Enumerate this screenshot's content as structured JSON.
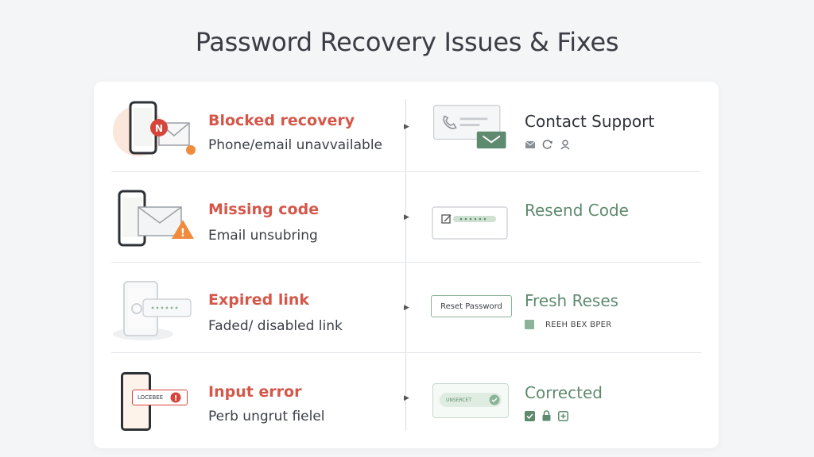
{
  "title": "Password Recovery Issues & Fixes",
  "rows": [
    {
      "issue_title": "Blocked recovery",
      "issue_subtitle": "Phone/email unavvailable",
      "fix_title": "Contact Support"
    },
    {
      "issue_title": "Missing code",
      "issue_subtitle": "Email unsubring",
      "fix_title": "Resend Code"
    },
    {
      "issue_title": "Expired link",
      "issue_subtitle": "Faded/ disabled link",
      "fix_title": "Fresh Reses",
      "fix_button_label": "Reset Password",
      "fix_caption": "REEH BEX BPER"
    },
    {
      "issue_title": "Input error",
      "issue_subtitle": "Perb ungrut fielel",
      "fix_title": "Corrected",
      "issue_field_text": "LOCEBEE",
      "fix_field_text": "UNSERCET"
    }
  ],
  "colors": {
    "issue": "#d4574a",
    "fix": "#5e8a6f",
    "accent_orange": "#f08a3c",
    "text_dark": "#2f3238"
  },
  "icons": {
    "row1_issue": [
      "phone-icon",
      "notification-badge-icon",
      "envelope-icon"
    ],
    "row1_fix": [
      "phone-call-icon",
      "mail-icon",
      "refresh-icon",
      "person-icon"
    ],
    "row2_issue": [
      "phone-icon",
      "envelope-icon",
      "warning-icon"
    ],
    "row2_fix": [
      "edit-icon"
    ],
    "row3_issue": [
      "phone-icon"
    ],
    "row3_fix": [
      "square-icon"
    ],
    "row4_issue": [
      "phone-icon",
      "error-icon"
    ],
    "row4_fix": [
      "check-icon",
      "lock-icon",
      "plus-box-icon"
    ]
  }
}
